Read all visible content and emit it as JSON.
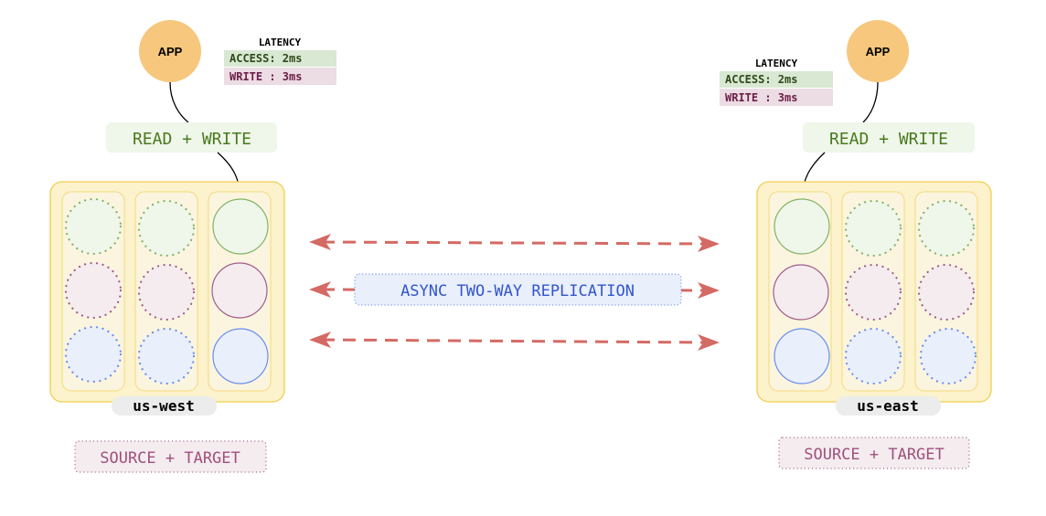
{
  "colors": {
    "app": "#f6c77c",
    "region_fill": "#fcf2cc",
    "region_stroke": "#f0cf4f",
    "green": "#82b366",
    "green_fill": "#eff6ea",
    "purple": "#a05c8a",
    "purple_fill": "#f4ecef",
    "blue": "#6c8ee8",
    "blue_fill": "#e9effb",
    "arrow": "#d46a64",
    "replication_text": "#3355cc"
  },
  "west": {
    "app": "APP",
    "latency_title": "LATENCY",
    "access": "ACCESS: 2ms",
    "write": "WRITE : 3ms",
    "operation": "READ + WRITE",
    "region": "us-west",
    "role": "SOURCE + TARGET"
  },
  "east": {
    "app": "APP",
    "latency_title": "LATENCY",
    "access": "ACCESS: 2ms",
    "write": "WRITE : 3ms",
    "operation": "READ + WRITE",
    "region": "us-east",
    "role": "SOURCE + TARGET"
  },
  "replication": "ASYNC TWO-WAY REPLICATION"
}
